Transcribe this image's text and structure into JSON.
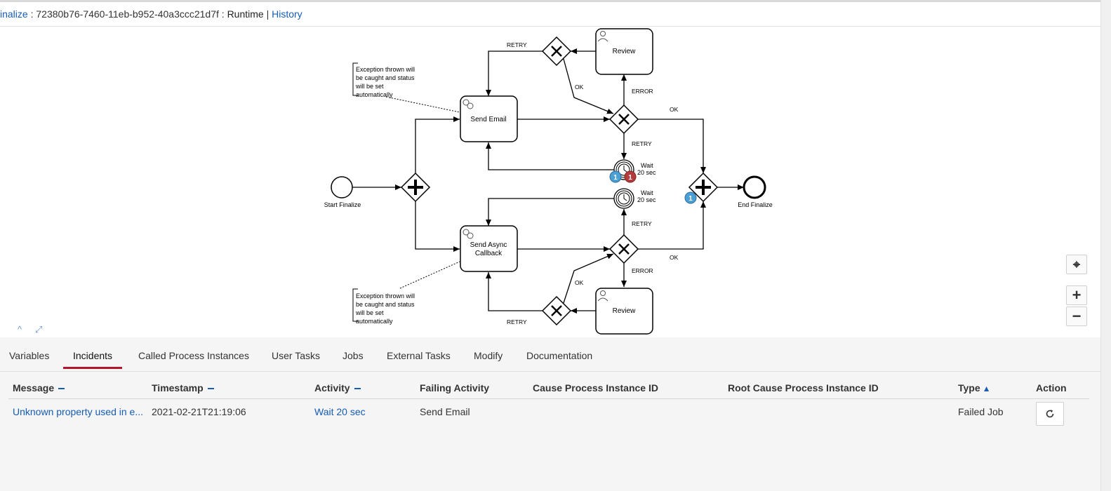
{
  "breadcrumb": {
    "process": "inalize",
    "sep1": " : ",
    "instance_id": "72380b76-7460-11eb-b952-40a3ccc21d7f",
    "sep2": " : ",
    "runtime": "Runtime",
    "sep3": " | ",
    "history": "History"
  },
  "diagram": {
    "start_label": "Start Finalize",
    "end_label": "End Finalize",
    "task_send_email": "Send Email",
    "task_send_async_1": "Send Async",
    "task_send_async_2": "Callback",
    "task_review_top": "Review",
    "task_review_bottom": "Review",
    "timer_top_1": "Wait",
    "timer_top_2": "20 sec",
    "timer_bottom_1": "Wait",
    "timer_bottom_2": "20 sec",
    "annotation_top": [
      "Exception thrown will",
      "be caught and status",
      "will be set",
      "automatically"
    ],
    "annotation_bottom": [
      "Exception thrown will",
      "be caught and status",
      "will be set",
      "automatically"
    ],
    "label_retry_top": "RETRY",
    "label_ok_top": "OK",
    "label_error_top": "ERROR",
    "label_ok_right_top": "OK",
    "label_retry_mid_top": "RETRY",
    "label_retry_mid_bottom": "RETRY",
    "label_error_bottom": "ERROR",
    "label_ok_right_bottom": "OK",
    "label_ok_bottom": "OK",
    "label_retry_bottom": "RETRY",
    "badge_timer_running": "1",
    "badge_timer_incident": "1",
    "badge_join_running": "1",
    "colors": {
      "running": "#4a9fd4",
      "incident": "#b43c3c"
    }
  },
  "controls": {
    "reset": "⌖",
    "zoom_in": "+",
    "zoom_out": "−",
    "collapse": "^",
    "expand": "⤢"
  },
  "tabs": [
    "Variables",
    "Incidents",
    "Called Process Instances",
    "User Tasks",
    "Jobs",
    "External Tasks",
    "Modify",
    "Documentation"
  ],
  "active_tab": "Incidents",
  "incidents_table": {
    "headers": {
      "message": "Message",
      "timestamp": "Timestamp",
      "activity": "Activity",
      "failing_activity": "Failing Activity",
      "cause_id": "Cause Process Instance ID",
      "root_cause_id": "Root Cause Process Instance ID",
      "type": "Type",
      "action": "Action"
    },
    "rows": [
      {
        "message": "Unknown property used in e...",
        "timestamp": "2021-02-21T21:19:06",
        "activity": "Wait 20 sec",
        "failing_activity": "Send Email",
        "cause_id": "",
        "root_cause_id": "",
        "type": "Failed Job"
      }
    ]
  }
}
